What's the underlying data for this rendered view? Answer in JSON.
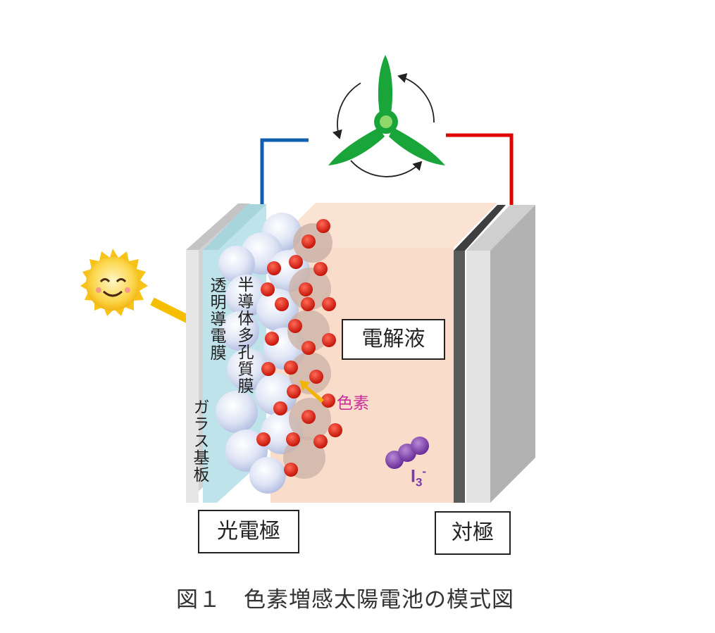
{
  "labels": {
    "glass_substrate": "ガラス基板",
    "transparent_film": "透明導電膜",
    "porous_film": "半導体多孔質膜",
    "electrolyte": "電解液",
    "dye": "色素",
    "ion_base": "I",
    "ion_sub": "3",
    "ion_sup": "-",
    "photoelectrode": "光電極",
    "counter_electrode": "対極"
  },
  "caption": "図１　色素増感太陽電池の模式図",
  "colors": {
    "wire_negative": "#1060b0",
    "wire_positive": "#e00000",
    "fan": "#1aa53a",
    "dye": "#d81a10",
    "electrolyte": "#f8d8c4",
    "iodide": "#7a3aa8",
    "sun": "#f7c318",
    "arrow": "#f3b400",
    "dye_label": "#c8309a"
  },
  "icons": [
    "sun-icon",
    "fan-icon",
    "rotation-arrow-icon"
  ]
}
